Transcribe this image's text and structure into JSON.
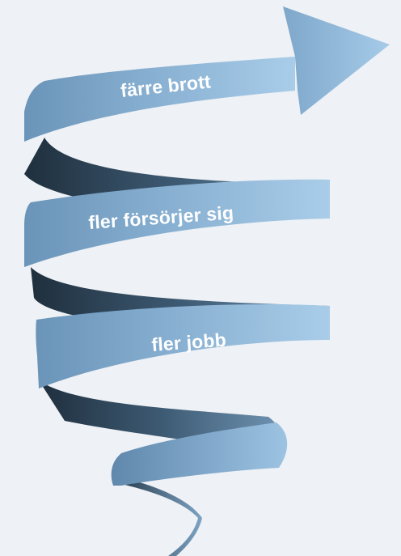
{
  "diagram": {
    "type": "spiral-arrow",
    "direction": "upward",
    "colors": {
      "background": "#eef1f5",
      "ribbon_front_light": "#a9cbe6",
      "ribbon_front_mid": "#6e99bd",
      "ribbon_back_dark": "#253848",
      "label_text": "#ffffff"
    },
    "steps": [
      {
        "label": "fler jobb"
      },
      {
        "label": "fler försörjer sig"
      },
      {
        "label": "färre brott"
      }
    ]
  }
}
